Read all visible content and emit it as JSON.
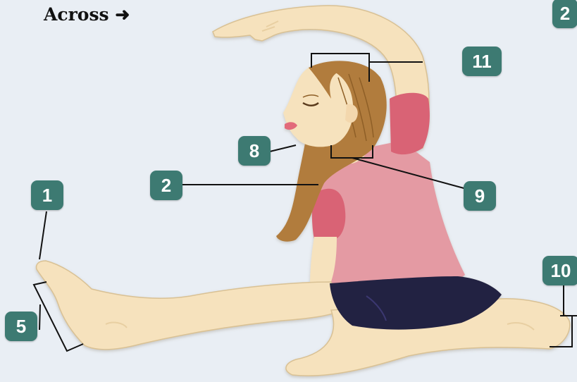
{
  "heading": "Across ➜",
  "colors": {
    "background": "#e9eef4",
    "badge": "#3d7a72",
    "skin": "#f6e2bd",
    "skin_shade": "#e8cfa2",
    "hair": "#b17c3d",
    "shirt": "#e49aa3",
    "sleeve": "#d96475",
    "shorts": "#232042",
    "leader": "#111111"
  },
  "badges": {
    "corner": "2",
    "b11": "11",
    "b8": "8",
    "b2": "2",
    "b9": "9",
    "b1": "1",
    "b5": "5",
    "b10": "10"
  }
}
